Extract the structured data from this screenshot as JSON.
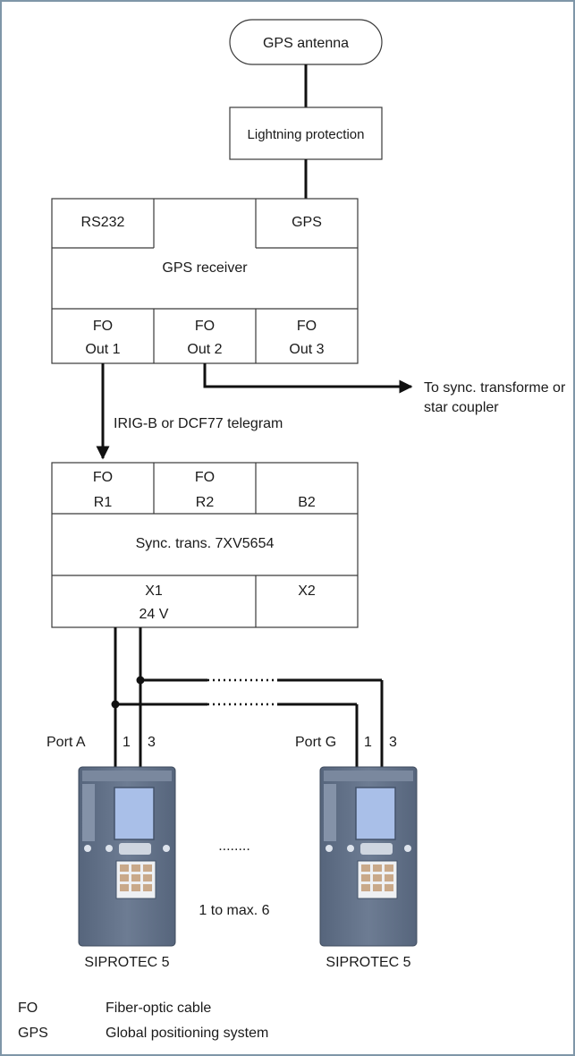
{
  "gps_antenna": "GPS antenna",
  "lightning_protection": "Lightning protection",
  "gps_receiver": {
    "rs232": "RS232",
    "gps": "GPS",
    "title": "GPS receiver",
    "ports": [
      {
        "fo": "FO",
        "label": "Out 1"
      },
      {
        "fo": "FO",
        "label": "Out 2"
      },
      {
        "fo": "FO",
        "label": "Out 3"
      }
    ]
  },
  "to_sync_line1": "To sync. transforme or",
  "to_sync_line2": "star coupler",
  "telegram": "IRIG-B or DCF77 telegram",
  "sync_trans": {
    "r1_fo": "FO",
    "r1": "R1",
    "r2_fo": "FO",
    "r2": "R2",
    "b2": "B2",
    "title": "Sync. trans. 7XV5654",
    "x1": "X1",
    "voltage": "24 V",
    "x2": "X2"
  },
  "dots": "........",
  "port_a": {
    "label": "Port A",
    "pin1": "1",
    "pin3": "3"
  },
  "port_g": {
    "label": "Port G",
    "pin1": "1",
    "pin3": "3"
  },
  "device_left": "SIPROTEC 5",
  "device_right": "SIPROTEC 5",
  "count_note": "1 to max. 6",
  "legend": [
    {
      "abbr": "FO",
      "desc": "Fiber-optic cable"
    },
    {
      "abbr": "GPS",
      "desc": "Global positioning system"
    }
  ],
  "colors": {
    "frame": "#7f96a8",
    "device_body": "#5f6f86",
    "device_screen": "#a9bfe8"
  }
}
